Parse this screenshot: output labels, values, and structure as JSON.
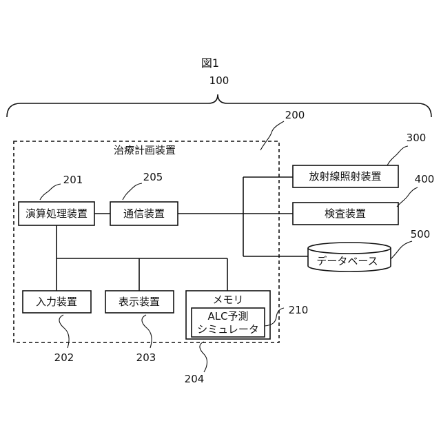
{
  "figure": {
    "title": "図1",
    "ref_system": "100",
    "ref_apparatus": "200"
  },
  "planning_apparatus": {
    "label": "治療計画装置",
    "processor": {
      "label": "演算処理装置",
      "ref": "201"
    },
    "communication": {
      "label": "通信装置",
      "ref": "205"
    },
    "input": {
      "label": "入力装置",
      "ref": "202"
    },
    "display": {
      "label": "表示装置",
      "ref": "203"
    },
    "memory": {
      "label": "メモリ",
      "ref": "204",
      "simulator": {
        "line1": "ALC予測",
        "line2": "シミュレータ",
        "ref": "210"
      }
    }
  },
  "external": {
    "irradiation": {
      "label": "放射線照射装置",
      "ref": "300"
    },
    "inspection": {
      "label": "検査装置",
      "ref": "400"
    },
    "database": {
      "label": "データベース",
      "ref": "500"
    }
  }
}
